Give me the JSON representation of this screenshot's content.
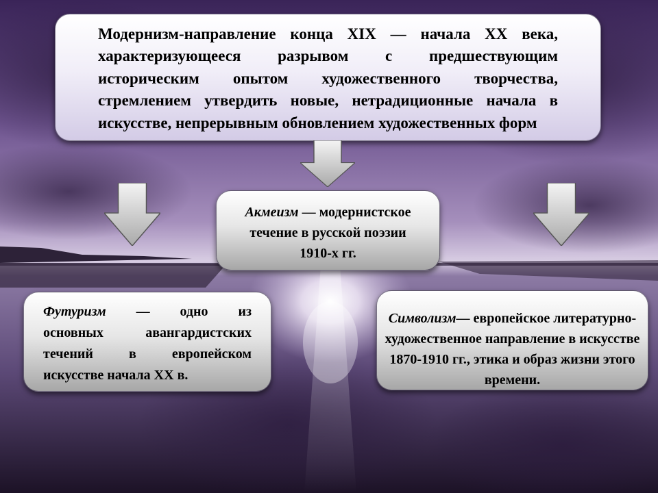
{
  "top_box": {
    "lines": [
      "Модернизм-направление конца XIX — начала XX века,",
      "характеризующееся разрывом с предшествующим",
      "историческим опытом художественного творчества,",
      "стремлением утвердить новые, нетрадиционные начала в",
      "искусстве, непрерывным обновлением художественных форм"
    ]
  },
  "center_box": {
    "term": "Акмеизм",
    "line1_rest": " — модернистское",
    "line2": "течение в русской поэзии",
    "line3": "1910-х гг."
  },
  "left_box": {
    "term": "Футуризм",
    "line1_rest": " — одно из",
    "line2": "основных авангардистских",
    "line3": "течений в европейском",
    "line4": "искусстве начала XX в."
  },
  "right_box": {
    "term": "Символизм",
    "line1_rest": "— европейское литературно-",
    "line2": "художественное направление в искусстве",
    "line3": "1870-1910 гг., этика и образ жизни этого",
    "line4": "времени."
  }
}
